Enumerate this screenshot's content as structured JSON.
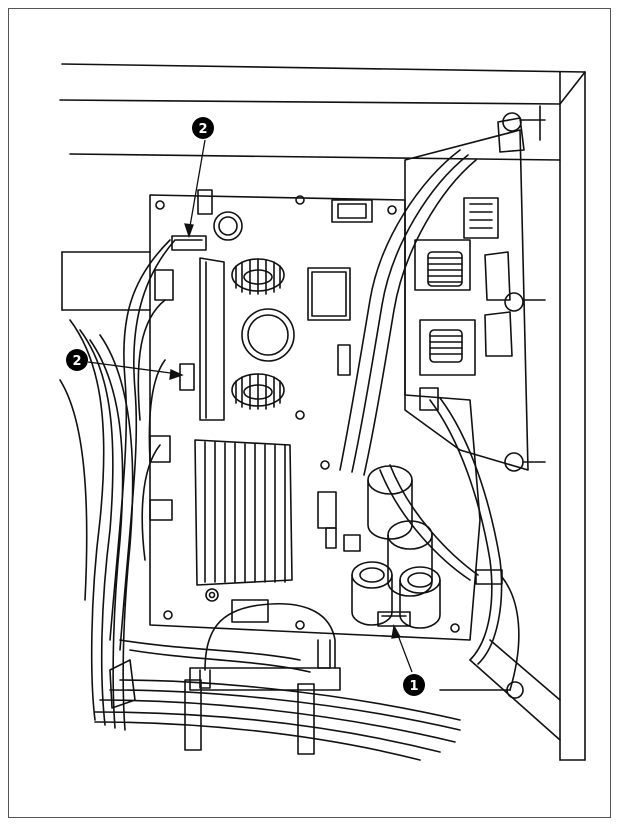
{
  "callouts": [
    {
      "id": "callout-2-top",
      "label": "2"
    },
    {
      "id": "callout-2-left",
      "label": "2"
    },
    {
      "id": "callout-1",
      "label": "1"
    }
  ],
  "colors": {
    "line": "#111111",
    "callout_fill": "#000000",
    "callout_text": "#ffffff",
    "paper": "#ffffff"
  }
}
